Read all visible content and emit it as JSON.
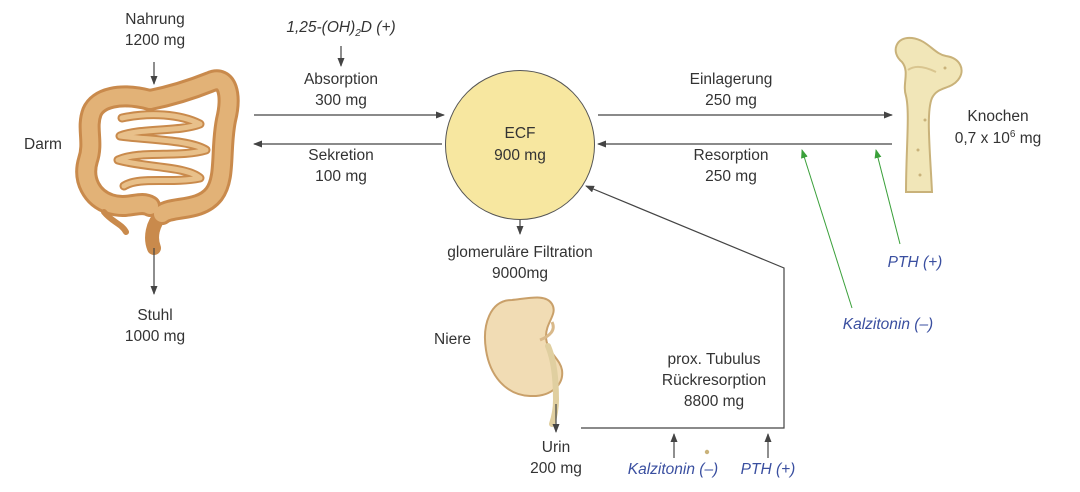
{
  "diagram": {
    "ecf": {
      "name": "ECF",
      "amount": "900 mg"
    },
    "intake": {
      "name": "Nahrung",
      "amount": "1200 mg"
    },
    "vitamin_d": {
      "prefix": "1,25-(OH)",
      "subscript": "2",
      "suffix": "D (+)"
    },
    "absorption": {
      "name": "Absorption",
      "amount": "300 mg"
    },
    "secretion": {
      "name": "Sekretion",
      "amount": "100 mg"
    },
    "gut": {
      "name": "Darm"
    },
    "stool": {
      "name": "Stuhl",
      "amount": "1000 mg"
    },
    "deposition": {
      "name": "Einlagerung",
      "amount": "250 mg"
    },
    "resorption": {
      "name": "Resorption",
      "amount": "250 mg"
    },
    "bone": {
      "name": "Knochen",
      "amount_prefix": "0,7 x 10",
      "amount_exp": "6",
      "amount_unit": " mg"
    },
    "pth_bone": {
      "label": "PTH (+)"
    },
    "calcitonin_bone": {
      "label": "Kalzitonin (–)"
    },
    "filtration": {
      "line1": "glomeruläre Filtration",
      "amount": "9000mg"
    },
    "kidney": {
      "name": "Niere"
    },
    "tubulus": {
      "line1": "prox. Tubulus",
      "line2": "Rückresorption",
      "amount": "8800 mg"
    },
    "urine": {
      "name": "Urin",
      "amount": "200 mg"
    },
    "calcitonin_tubulus": {
      "label": "Kalzitonin (–)"
    },
    "pth_tubulus": {
      "label": "PTH (+)"
    },
    "colors": {
      "ecf_fill": "#f7e7a0",
      "gut": "#d9a264",
      "bone": "#f1e6b8",
      "regulator_text": "#3a4fa0",
      "regulator_arrow": "#3aa03a",
      "arrow": "#444444"
    }
  }
}
